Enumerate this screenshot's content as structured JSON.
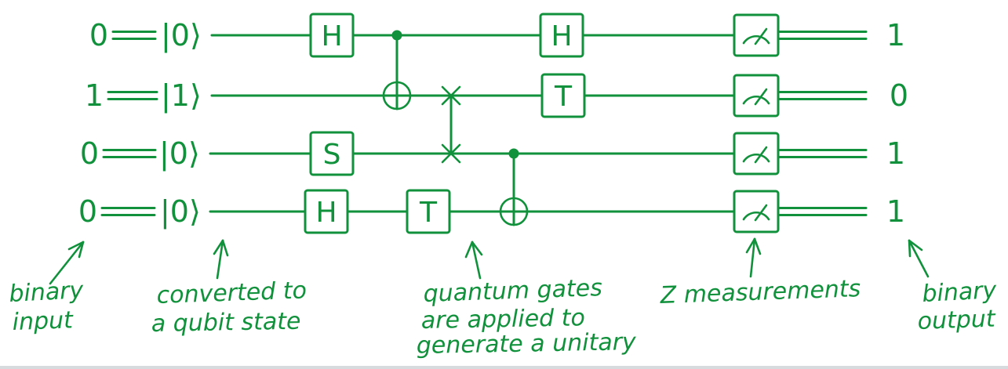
{
  "page": {
    "background": "#ffffff",
    "ink": "#11913b"
  },
  "circuit": {
    "qubits": [
      {
        "bit_in": "0",
        "ket": "|0⟩",
        "bit_out": "1"
      },
      {
        "bit_in": "1",
        "ket": "|1⟩",
        "bit_out": "0"
      },
      {
        "bit_in": "0",
        "ket": "|0⟩",
        "bit_out": "1"
      },
      {
        "bit_in": "0",
        "ket": "|0⟩",
        "bit_out": "1"
      }
    ],
    "gates": {
      "q0_h_1": "H",
      "q0_h_2": "H",
      "q1_t": "T",
      "q2_s": "S",
      "q3_h": "H",
      "q3_t": "T"
    }
  },
  "annotations": {
    "binary_input": [
      "binary",
      "input"
    ],
    "qubit_state": [
      "converted to",
      "a qubit state"
    ],
    "quantum_gates": [
      "quantum gates",
      "are applied to",
      "generate a unitary"
    ],
    "measurements": [
      "Z measurements"
    ],
    "binary_output": [
      "binary",
      "output"
    ]
  }
}
